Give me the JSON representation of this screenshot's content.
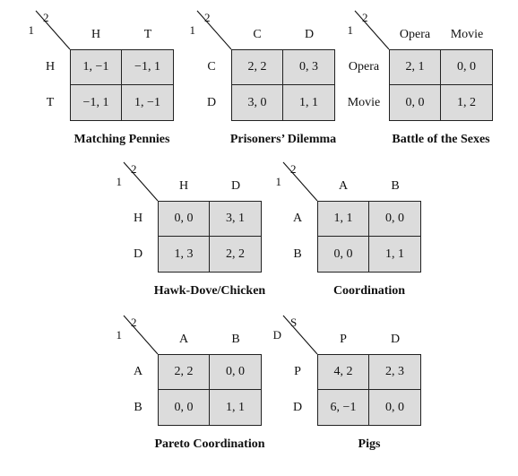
{
  "games": [
    {
      "title": "Matching Pennies",
      "player1": "1",
      "player2": "2",
      "col_strategies": [
        "H",
        "T"
      ],
      "row_strategies": [
        "H",
        "T"
      ],
      "payoffs": [
        [
          "1, −1",
          "−1, 1"
        ],
        [
          "−1, 1",
          "1, −1"
        ]
      ]
    },
    {
      "title": "Prisoners’ Dilemma",
      "player1": "1",
      "player2": "2",
      "col_strategies": [
        "C",
        "D"
      ],
      "row_strategies": [
        "C",
        "D"
      ],
      "payoffs": [
        [
          "2, 2",
          "0, 3"
        ],
        [
          "3, 0",
          "1, 1"
        ]
      ]
    },
    {
      "title": "Battle of the Sexes",
      "player1": "1",
      "player2": "2",
      "col_strategies": [
        "Opera",
        "Movie"
      ],
      "row_strategies": [
        "Opera",
        "Movie"
      ],
      "payoffs": [
        [
          "2, 1",
          "0, 0"
        ],
        [
          "0, 0",
          "1, 2"
        ]
      ]
    },
    {
      "title": "Hawk-Dove/Chicken",
      "player1": "1",
      "player2": "2",
      "col_strategies": [
        "H",
        "D"
      ],
      "row_strategies": [
        "H",
        "D"
      ],
      "payoffs": [
        [
          "0, 0",
          "3, 1"
        ],
        [
          "1, 3",
          "2, 2"
        ]
      ]
    },
    {
      "title": "Coordination",
      "player1": "1",
      "player2": "2",
      "col_strategies": [
        "A",
        "B"
      ],
      "row_strategies": [
        "A",
        "B"
      ],
      "payoffs": [
        [
          "1, 1",
          "0, 0"
        ],
        [
          "0, 0",
          "1, 1"
        ]
      ]
    },
    {
      "title": "Pareto Coordination",
      "player1": "1",
      "player2": "2",
      "col_strategies": [
        "A",
        "B"
      ],
      "row_strategies": [
        "A",
        "B"
      ],
      "payoffs": [
        [
          "2, 2",
          "0, 0"
        ],
        [
          "0, 0",
          "1, 1"
        ]
      ]
    },
    {
      "title": "Pigs",
      "player1": "D",
      "player2": "S",
      "col_strategies": [
        "P",
        "D"
      ],
      "row_strategies": [
        "P",
        "D"
      ],
      "payoffs": [
        [
          "4, 2",
          "2, 3"
        ],
        [
          "6, −1",
          "0, 0"
        ]
      ]
    }
  ]
}
